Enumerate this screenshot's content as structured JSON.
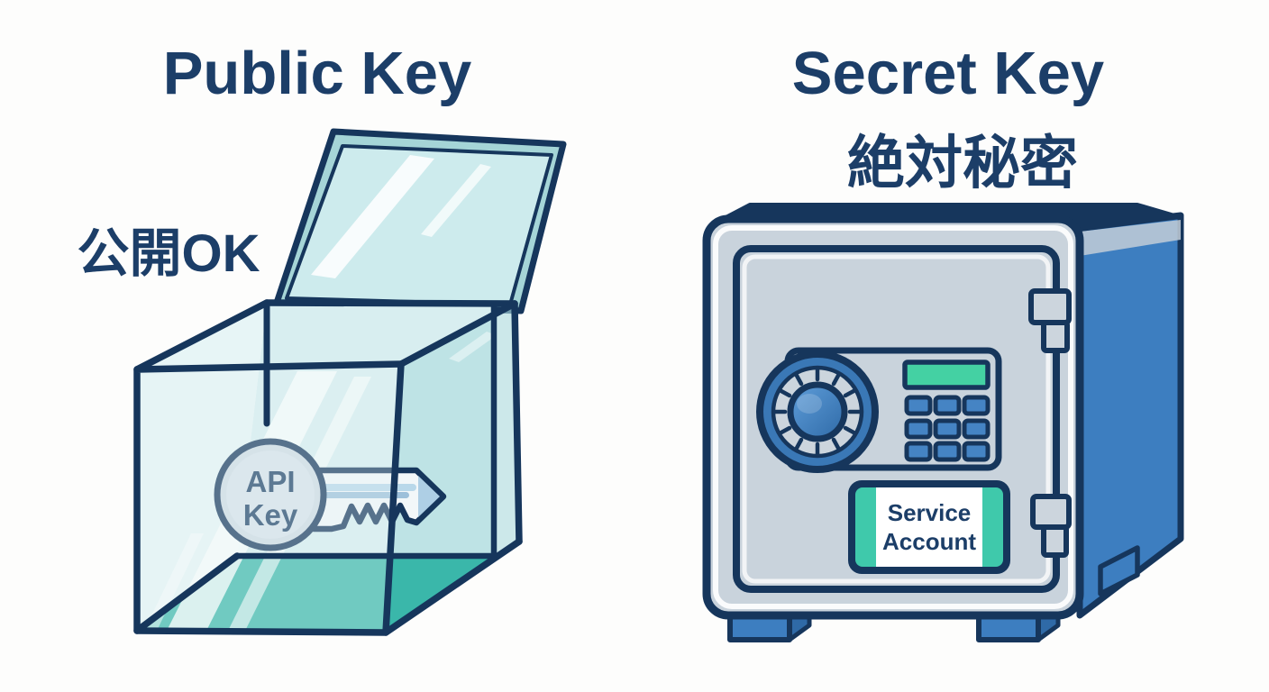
{
  "page": {
    "background": "#fdfdfc"
  },
  "left": {
    "title": "Public Key",
    "annotation": "公開OK",
    "key_line1": "API",
    "key_line2": "Key"
  },
  "right": {
    "title": "Secret Key",
    "subtitle": "絶対秘密",
    "plate_line1": "Service",
    "plate_line2": "Account"
  },
  "colors": {
    "outline_navy": "#16365c",
    "title_navy": "#1c3e68",
    "glass_front": "#dff0f1",
    "glass_side": "#c9e6e9",
    "glass_lid": "#cdebed",
    "lid_band": "#a5d5d7",
    "floor_teal": "#3ab7aa",
    "floor_teal_dark": "#2ca095",
    "key_head": "#cfdae4",
    "key_stripe": "#a9cce3",
    "safe_gray": "#c9d3dc",
    "safe_blue": "#3d7ec0",
    "safe_blue_dark": "#2f6aa7",
    "dial_ring_blue": "#3a78b6",
    "dial_ring_gray": "#ccd5dd",
    "display_green": "#44d1a3",
    "plate_teal": "#3fc9ab"
  }
}
